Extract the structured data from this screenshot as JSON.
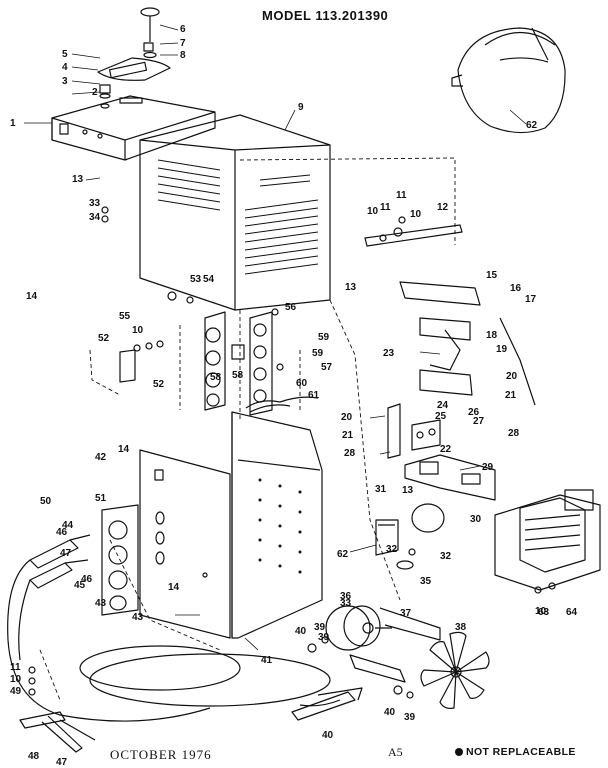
{
  "model": "MODEL 113.201390",
  "date": "OCTOBER 1976",
  "page_code": "A5",
  "not_replaceable_note": "NOT REPLACEABLE",
  "callouts": [
    "1",
    "2",
    "3",
    "4",
    "5",
    "6",
    "7",
    "8",
    "9",
    "10",
    "10",
    "10",
    "11",
    "11",
    "12",
    "13",
    "13",
    "13",
    "14",
    "14",
    "14",
    "15",
    "16",
    "17",
    "18",
    "19",
    "20",
    "20",
    "21",
    "21",
    "22",
    "23",
    "24",
    "25",
    "26",
    "27",
    "28",
    "28",
    "29",
    "30",
    "31",
    "32",
    "32",
    "33",
    "33",
    "34",
    "35",
    "36",
    "37",
    "38",
    "39",
    "39",
    "39",
    "40",
    "40",
    "40",
    "41",
    "42",
    "43",
    "43",
    "44",
    "45",
    "46",
    "46",
    "47",
    "47",
    "48",
    "49",
    "50",
    "51",
    "52",
    "52",
    "53",
    "54",
    "55",
    "56",
    "57",
    "58",
    "58",
    "59",
    "59",
    "60",
    "61",
    "62",
    "62",
    "63",
    "64",
    "10",
    "11",
    "10",
    "11",
    "2"
  ]
}
